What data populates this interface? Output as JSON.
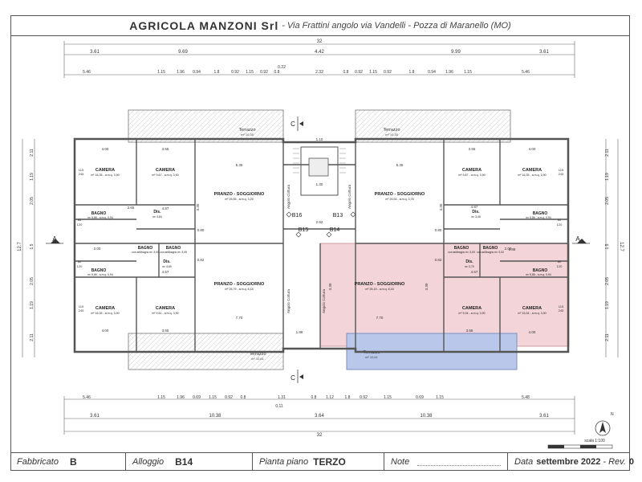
{
  "header": {
    "company": "AGRICOLA MANZONI Srl",
    "address": " - Via Frattini angolo via Vandelli - Pozza di Maranello (MO)"
  },
  "dims_top": {
    "total": "32",
    "row2": [
      "3.61",
      "9.69",
      "4.42",
      "9.99",
      "3.61"
    ],
    "row3": [
      "5.46",
      "1.15",
      "1.96",
      "0.94",
      "1.8",
      "0.92",
      "1.15",
      "0.92",
      "0.8",
      "2.32",
      "0.8",
      "0.92",
      "1.15",
      "0.92",
      "1.8",
      "0.94",
      "1.96",
      "1.15",
      "5.46"
    ],
    "row3_extra": "0.22"
  },
  "dims_bottom": {
    "row1": [
      "5.46",
      "1.15",
      "1.96",
      "0.69",
      "1.15",
      "0.92",
      "0.8",
      "1.31",
      "0.8",
      "1.12",
      "1.8",
      "0.92",
      "1.15",
      "0.69",
      "1.15",
      "5.48"
    ],
    "row1_extra": "0.11",
    "row2": [
      "3.61",
      "10.38",
      "3.64",
      "10.38",
      "3.61"
    ],
    "total": "32"
  },
  "dims_side": {
    "left_total": "12.7",
    "right_total": "12.7",
    "left": [
      "2.11",
      "1.19",
      "2.05",
      "1.5",
      "2.05",
      "1.19",
      "2.11"
    ],
    "right": [
      "2.11",
      "1.19",
      "2.05",
      "1.5",
      "2.05",
      "1.19",
      "2.11"
    ]
  },
  "rooms": {
    "terrazzo_top_left": {
      "name": "Terrazzo",
      "area": "m² 10,35"
    },
    "terrazzo_top_right": {
      "name": "Terrazzo",
      "area": "m² 10,35"
    },
    "terrazzo_bottom_left": {
      "name": "Terrazzo",
      "area": "m² 10,61"
    },
    "terrazzo_bottom_right": {
      "name": "Terrazzo",
      "area": "m² 10,61"
    },
    "camera_tl1": {
      "name": "CAMERA",
      "area": "m² 16,35 - a.m.q. 3,90"
    },
    "camera_tl2": {
      "name": "CAMERA",
      "area": "m² 9,67 - a.m.q. 3,90"
    },
    "camera_tr1": {
      "name": "CAMERA",
      "area": "m² 9,87 - a.m.q. 3,90"
    },
    "camera_tr2": {
      "name": "CAMERA",
      "area": "m² 16,35 - a.m.q. 3,90"
    },
    "camera_bl1": {
      "name": "CAMERA",
      "area": "m² 16,35 - a.m.q. 3,90"
    },
    "camera_bl2": {
      "name": "CAMERA",
      "area": "m² 9,61 - a.m.q. 3,90"
    },
    "camera_br1": {
      "name": "CAMERA",
      "area": "m² 9,34 - a.m.q. 3,90"
    },
    "camera_br2": {
      "name": "CAMERA",
      "area": "m² 16,34 - a.m.q. 3,90"
    },
    "pranzo_tl": {
      "name": "PRANZO - SOGGIORNO",
      "area": "m² 25,55 - a.m.q. 3,25"
    },
    "pranzo_tr": {
      "name": "PRANZO - SOGGIORNO",
      "area": "m² 25,53 - a.m.q. 3,78"
    },
    "pranzo_bl": {
      "name": "PRANZO - SOGGIORNO",
      "area": "m² 26,79 - a.m.q. 8,18"
    },
    "pranzo_br": {
      "name": "PRANZO - SOGGIORNO",
      "area": "m² 26,19 - a.m.q. 8,18"
    },
    "bagno_l1": {
      "name": "BAGNO",
      "area": "m² 5,86 - a.m.q. 0,94"
    },
    "bagno_l2": {
      "name": "BAGNO",
      "area": "m² 5,86 - a.m.q. 0,94"
    },
    "bagno_l3": {
      "name": "BAGNO",
      "area": "con antibagno m² 3,00"
    },
    "bagno_l4": {
      "name": "BAGNO",
      "area": "con antibagno m² 3,05"
    },
    "bagno_r1": {
      "name": "BAGNO",
      "area": "m² 5,86 - a.m.q. 0,94"
    },
    "bagno_r2": {
      "name": "BAGNO",
      "area": "m² 5,86 - a.m.q. 0,94"
    },
    "bagno_r3": {
      "name": "BAGNO",
      "area": "con antibagno m² 3,00"
    },
    "bagno_r4": {
      "name": "BAGNO",
      "area": "con antibagno m² 3,02"
    },
    "dis_tl": {
      "name": "Dis.",
      "area": "m² 3,84"
    },
    "dis_tr": {
      "name": "Dis.",
      "area": "m² 3,46"
    },
    "dis_bl": {
      "name": "Dis.",
      "area": "m² 4,60"
    },
    "dis_br": {
      "name": "Dis.",
      "area": "m² 3,70"
    },
    "angolo_cottura": "Angolo Cottura"
  },
  "dim_labels": {
    "w400a": "4.00",
    "w355a": "3.55",
    "w355b": "3.55",
    "w400b": "4.00",
    "w535a": "5.35",
    "w535b": "5.35",
    "w487a": "4.87",
    "w487b": "4.87",
    "w467a": "4.67",
    "w467b": "4.67",
    "w770a": "7.70",
    "w770b": "7.70",
    "w400c": "4.00",
    "w355c": "3.55",
    "w355d": "3.55",
    "w400d": "4.00",
    "w110": "1.10",
    "w130": "1.30",
    "w188": "1.88",
    "w292": "2.92",
    "w200a": "2.00",
    "w200b": "2.00",
    "w265": "2.65",
    "w288": "2.88",
    "h330a": "3.30",
    "h330b": "3.30",
    "h330c": "3.30",
    "h330d": "3.30",
    "w080a": "0.80",
    "w080b": "0.80",
    "w082a": "0.82",
    "w082b": "0.82",
    "w115a": "115",
    "w245a": "245",
    "w115b": "115",
    "w245b": "245",
    "w115c": "115",
    "w245c": "245",
    "w115d": "115",
    "w245d": "245",
    "w080c": "80",
    "w120c": "120",
    "w080d": "80",
    "w120d": "120",
    "w080e": "80",
    "w120e": "120",
    "w080f": "80",
    "w120f": "120"
  },
  "units": {
    "b16": "B16",
    "b15": "B15",
    "b13": "B13",
    "b14": "B14"
  },
  "sections": {
    "c_top": "C",
    "c_bottom": "C",
    "a_left": "A",
    "a_right": "A"
  },
  "north": "N",
  "scale": "scala 1:100",
  "footer": {
    "fabbricato_label": "Fabbricato",
    "fabbricato_value": "B",
    "alloggio_label": "Alloggio",
    "alloggio_value": "B14",
    "pianta_label": "Pianta piano",
    "pianta_value": "TERZO",
    "note_label": "Note",
    "data_label": "Data",
    "data_value": "settembre 2022",
    "rev_label": "- Rev.",
    "rev_value": "0"
  },
  "colors": {
    "highlight_pink": "#f3d4d8",
    "highlight_blue": "#b9c8ea",
    "wall": "#555555",
    "hatch": "#bbbbbb"
  }
}
